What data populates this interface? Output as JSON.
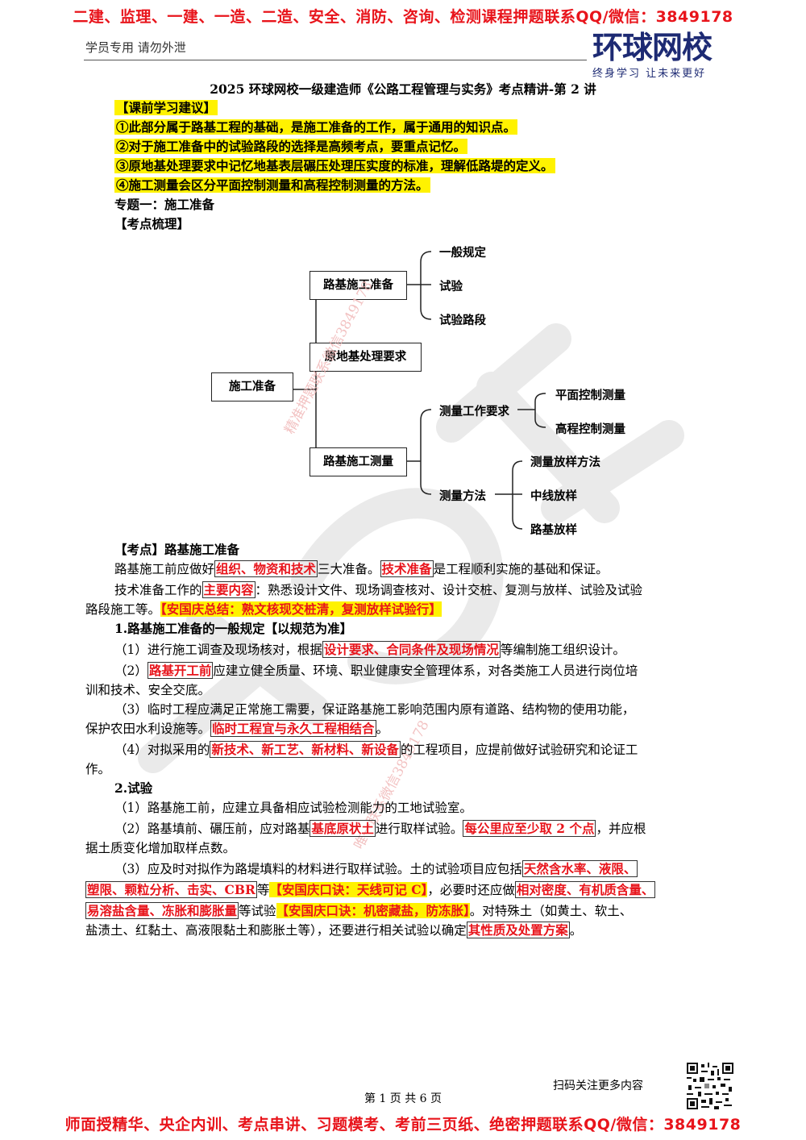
{
  "header": {
    "banner": "二建、监理、一建、一造、二造、安全、消防、咨询、检测课程押题联系QQ/微信：3849178",
    "student_only": "学员专用 请勿外泄",
    "logo_main": "环球网校",
    "logo_sub": "终身学习 让未来更好"
  },
  "title": "2025 环球网校一级建造师《公路工程管理与实务》考点精讲-第 2 讲",
  "suggestions": {
    "heading": "【课前学习建议】",
    "items": [
      "①此部分属于路基工程的基础，是施工准备的工作，属于通用的知识点。",
      "②对于施工准备中的试验路段的选择是高频考点，要重点记忆。",
      "③原地基处理要求中记忆地基表层碾压处理压实度的标准，理解低路堤的定义。",
      "④施工测量会区分平面控制测量和高程控制测量的方法。"
    ]
  },
  "topic": "专题一：施工准备",
  "outline_heading": "【考点梳理】",
  "tree": {
    "root": "施工准备",
    "b1": "路基施工准备",
    "b1_leaves": [
      "一般规定",
      "试验",
      "试验路段"
    ],
    "b2": "原地基处理要求",
    "b3": "路基施工测量",
    "b3_sub1": "测量工作要求",
    "b3_sub1_leaves": [
      "平面控制测量",
      "高程控制测量"
    ],
    "b3_sub2": "测量方法",
    "b3_sub2_mid": "中线放样",
    "b3_sub2_leaves_top": "测量放样方法",
    "b3_sub2_leaves_bottom": "路基放样"
  },
  "watermark": {
    "diag1": "精准押题联系微信3849178",
    "diag2": "唯一联系微信3849178"
  },
  "section": {
    "heading": "【考点】路基施工准备",
    "p1_a": "路基施工前应做好",
    "p1_b": "组织、物资和技术",
    "p1_c": "三大准备。",
    "p1_d": "技术准备",
    "p1_e": "是工程顺利实施的基础和保证。",
    "p2_a": "技术准备工作的",
    "p2_b": "主要内容",
    "p2_c": "：熟悉设计文件、现场调查核对、设计交桩、复测与放样、试验及试验",
    "p2_d": "路段施工等。",
    "p2_e": "【安国庆总结：熟文核现交桩清，复测放样试验行】",
    "h1": "1.路基施工准备的一般规定【以规范为准】",
    "g1_a": "（1）进行施工调查及现场核对，根据",
    "g1_b": "设计要求、合同条件及现场情况",
    "g1_c": "等编制施工组织设计。",
    "g2_a": "（2）",
    "g2_b": "路基开工前",
    "g2_c": "应建立健全质量、环境、职业健康安全管理体系，对各类施工人员进行岗位培",
    "g2_d": "训和技术、安全交底。",
    "g3_a": "（3）临时工程应满足正常施工需要，保证路基施工影响范围内原有道路、结构物的使用功能，",
    "g3_b": "保护农田水利设施等。",
    "g3_c": "临时工程宜与永久工程相结合",
    "g3_d": "。",
    "g4_a": "（4）对拟采用的",
    "g4_b": "新技术、新工艺、新材料、新设备",
    "g4_c": "的工程项目，应提前做好试验研究和论证工",
    "g4_d": "作。",
    "h2": "2.试验",
    "t1": "（1）路基施工前，应建立具备相应试验检测能力的工地试验室。",
    "t2_a": "（2）路基填前、碾压前，应对路基",
    "t2_b": "基底原状土",
    "t2_c": "进行取样试验。",
    "t2_d": "每公里应至少取 2 个点",
    "t2_e": "，并应根",
    "t2_f": "据土质变化增加取样点数。",
    "t3_a": "（3）应及时对拟作为路堤填料的材料进行取样试验。土的试验项目应包括",
    "t3_b": "天然含水率、液限、",
    "t3_c": "塑限、颗粒分析、击实、CBR",
    "t3_d": "等",
    "t3_e": "【安国庆口诀：天线可记 C】",
    "t3_f": "，必要时还应做",
    "t3_g": "相对密度、有机质含量、",
    "t3_h": "易溶盐含量、冻胀和膨胀量",
    "t3_i": "等试验",
    "t3_j": "【安国庆口诀：机密藏盐，防冻胀】",
    "t3_k": "。对特殊土（如黄土、软土、",
    "t3_l": "盐渍土、红黏土、高液限黏土和膨胀土等），还要进行相关试验以确定",
    "t3_m": "其性质及处置方案",
    "t3_n": "。"
  },
  "footer": {
    "scan": "扫码关注更多内容",
    "page": "第 1 页 共 6 页",
    "banner": "师面授精华、央企内训、考点串讲、习题模考、考前三页纸、绝密押题联系QQ/微信：3849178"
  }
}
